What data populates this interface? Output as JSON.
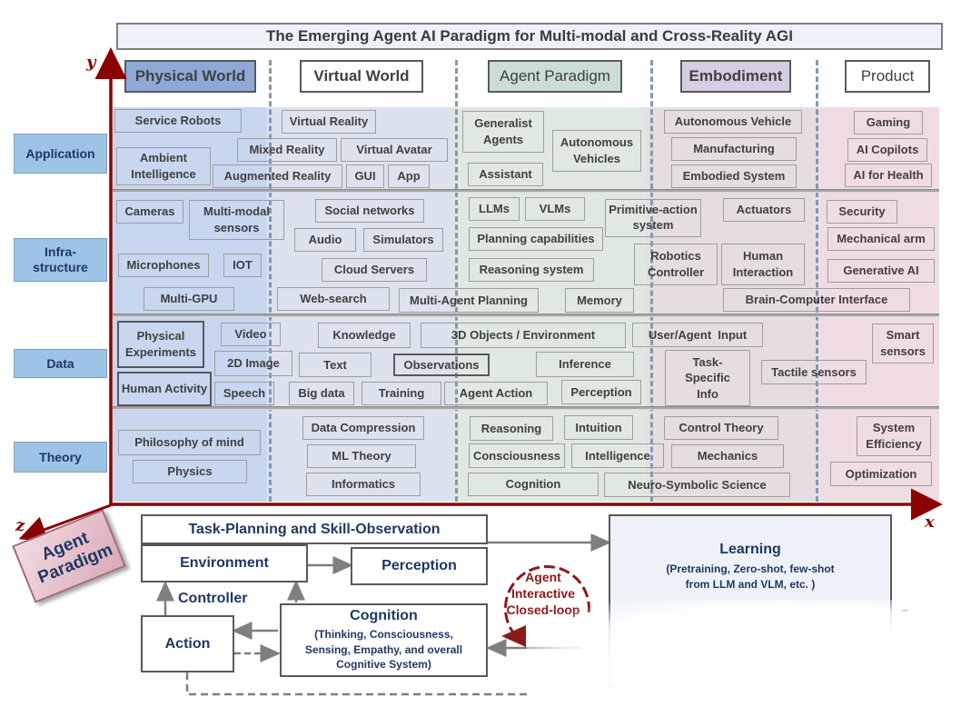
{
  "title": "The Emerging Agent AI Paradigm for Multi-modal and Cross-Reality AGI",
  "axes": {
    "y": "y",
    "x": "x",
    "z": "z"
  },
  "columns": [
    "Physical World",
    "Virtual World",
    "Agent Paradigm",
    "Embodiment",
    "Product"
  ],
  "rows": [
    "Application",
    "Infra-\nstructure",
    "Data",
    "Theory"
  ],
  "application": {
    "physical": [
      "Service Robots",
      "Ambient Intelligence"
    ],
    "virtual": [
      "Virtual Reality",
      "Mixed Reality",
      "Virtual Avatar",
      "Augmented Reality",
      "GUI",
      "App"
    ],
    "agent": [
      "Generalist Agents",
      "Autonomous Vehicles",
      "Assistant"
    ],
    "embodiment": [
      "Autonomous Vehicle",
      "Manufacturing",
      "Embodied System"
    ],
    "product": [
      "Gaming",
      "AI Copilots",
      "AI for Health"
    ]
  },
  "infrastructure": {
    "physical": [
      "Cameras",
      "Multi-modal sensors",
      "Microphones",
      "IOT",
      "Multi-GPU"
    ],
    "virtual": [
      "Social networks",
      "Audio",
      "Simulators",
      "Cloud Servers",
      "Web-search"
    ],
    "agent": [
      "LLMs",
      "VLMs",
      "Primitive-action system",
      "Planning capabilities",
      "Reasoning system",
      "Multi-Agent Planning",
      "Memory"
    ],
    "embodiment": [
      "Actuators",
      "Robotics Controller",
      "Human Interaction",
      "Brain-Computer Interface"
    ],
    "product": [
      "Security",
      "Mechanical arm",
      "Generative AI"
    ]
  },
  "data": {
    "physical": [
      "Physical Experiments",
      "Video",
      "2D Image",
      "Human Activity",
      "Speech"
    ],
    "virtual": [
      "Knowledge",
      "Text",
      "Big data",
      "Training"
    ],
    "agent": [
      "3D Objects / Environment",
      "Observations",
      "Inference",
      "Agent Action",
      "Perception"
    ],
    "embodiment": [
      "User/Agent  Input",
      "Task-Specific Info",
      "Tactile sensors"
    ],
    "product": [
      "Smart sensors"
    ]
  },
  "theory": {
    "physical": [
      "Philosophy of mind",
      "Physics"
    ],
    "virtual": [
      "Data Compression",
      "ML Theory",
      "Informatics"
    ],
    "agent": [
      "Reasoning",
      "Intuition",
      "Consciousness",
      "Intelligence",
      "Cognition",
      "Neuro-Symbolic Science"
    ],
    "embodiment": [
      "Control Theory",
      "Mechanics"
    ],
    "product": [
      "System Efficiency",
      "Optimization"
    ]
  },
  "paradigm": {
    "badge": "Agent Paradigm",
    "task_planning": "Task-Planning and Skill-Observation",
    "environment": "Environment",
    "perception": "Perception",
    "controller": "Controller",
    "action": "Action",
    "cognition_title": "Cognition",
    "cognition_detail": "(Thinking, Consciousness, Sensing, Empathy, and overall Cognitive System)",
    "learning_title": "Learning",
    "learning_detail": "(Pretraining, Zero-shot, few-shot from LLM and VLM, etc. )",
    "loop_label": "Agent Interactive Closed-loop"
  },
  "colors": {
    "physical_bg": "#c9d6ef",
    "virtual_bg": "#dce3ee",
    "agent_bg": "#dfe9e0",
    "embodiment_bg": "#e6dde2",
    "product_bg": "#f0dde3",
    "axis": "#8b0000",
    "row_label": "#9dc3e6",
    "loop": "#8b1a1a"
  }
}
